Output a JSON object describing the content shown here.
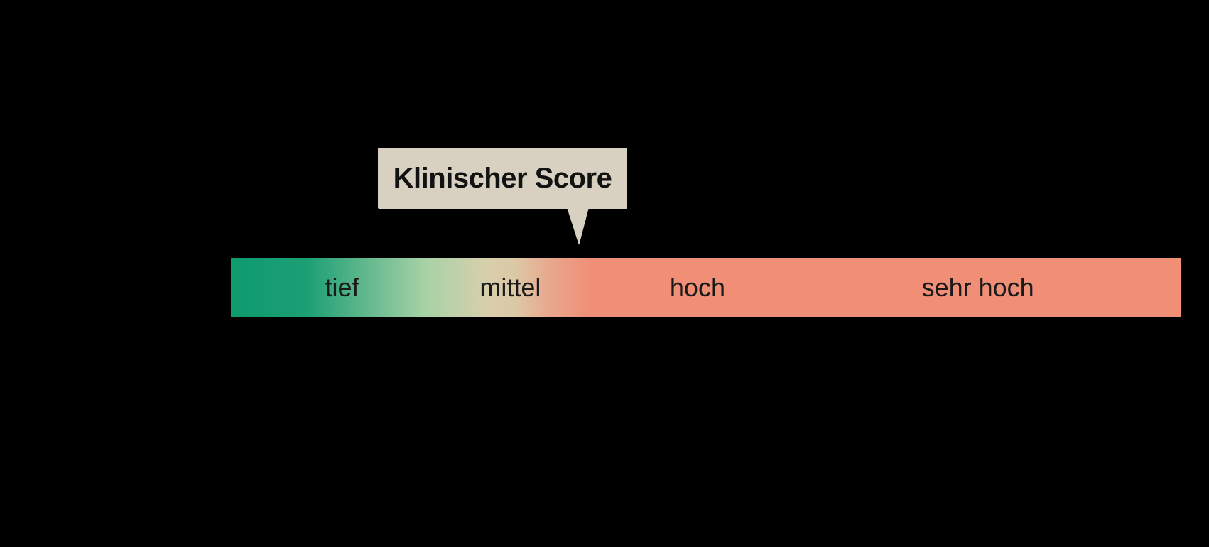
{
  "figure": {
    "background": "#000000",
    "callout": {
      "label": "Klinischer Score",
      "background": "#D8D1C1",
      "text_color": "#121212",
      "marker_position_pct": 36.6
    },
    "scale": {
      "text_color": "#1A1A1A",
      "labels": [
        {
          "text": "tief",
          "center_pct": 11.7
        },
        {
          "text": "mittel",
          "center_pct": 29.4
        },
        {
          "text": "hoch",
          "center_pct": 49.1
        },
        {
          "text": "sehr hoch",
          "center_pct": 78.6
        }
      ],
      "gradient_stops": [
        {
          "color": "#0E9B6E",
          "pos": 0
        },
        {
          "color": "#1C9F74",
          "pos": 8
        },
        {
          "color": "#A7D2A6",
          "pos": 20.5
        },
        {
          "color": "#D8CFAC",
          "pos": 27
        },
        {
          "color": "#DCC8A5",
          "pos": 30
        },
        {
          "color": "#E8A88D",
          "pos": 33.5
        },
        {
          "color": "#F08E76",
          "pos": 38
        },
        {
          "color": "#F08E76",
          "pos": 100
        }
      ]
    }
  }
}
